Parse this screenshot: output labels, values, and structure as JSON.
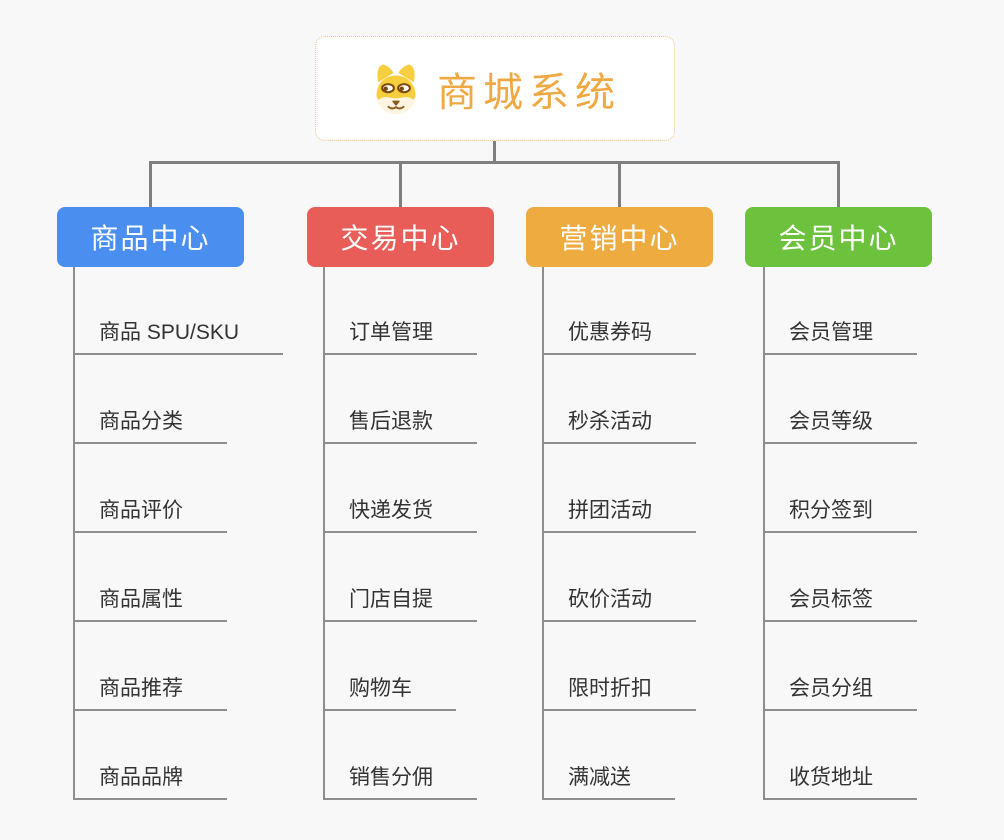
{
  "root": {
    "title": "商城系统",
    "icon": "shiba-dog-icon",
    "title_color": "#f0a843",
    "border_color": "#f0c27d"
  },
  "palette": {
    "background": "#f8f8f8",
    "connector_gray": "#7f7f7f",
    "underline_gray": "#8e8e8e",
    "item_text": "#333333"
  },
  "branches": [
    {
      "label": "商品中心",
      "color": "#4a8ff0",
      "items": [
        "商品 SPU/SKU",
        "商品分类",
        "商品评价",
        "商品属性",
        "商品推荐",
        "商品品牌"
      ]
    },
    {
      "label": "交易中心",
      "color": "#e85d58",
      "items": [
        "订单管理",
        "售后退款",
        "快递发货",
        "门店自提",
        "购物车",
        "销售分佣"
      ]
    },
    {
      "label": "营销中心",
      "color": "#edab40",
      "items": [
        "优惠券码",
        "秒杀活动",
        "拼团活动",
        "砍价活动",
        "限时折扣",
        "满减送"
      ]
    },
    {
      "label": "会员中心",
      "color": "#6cc23d",
      "items": [
        "会员管理",
        "会员等级",
        "积分签到",
        "会员标签",
        "会员分组",
        "收货地址"
      ]
    }
  ]
}
